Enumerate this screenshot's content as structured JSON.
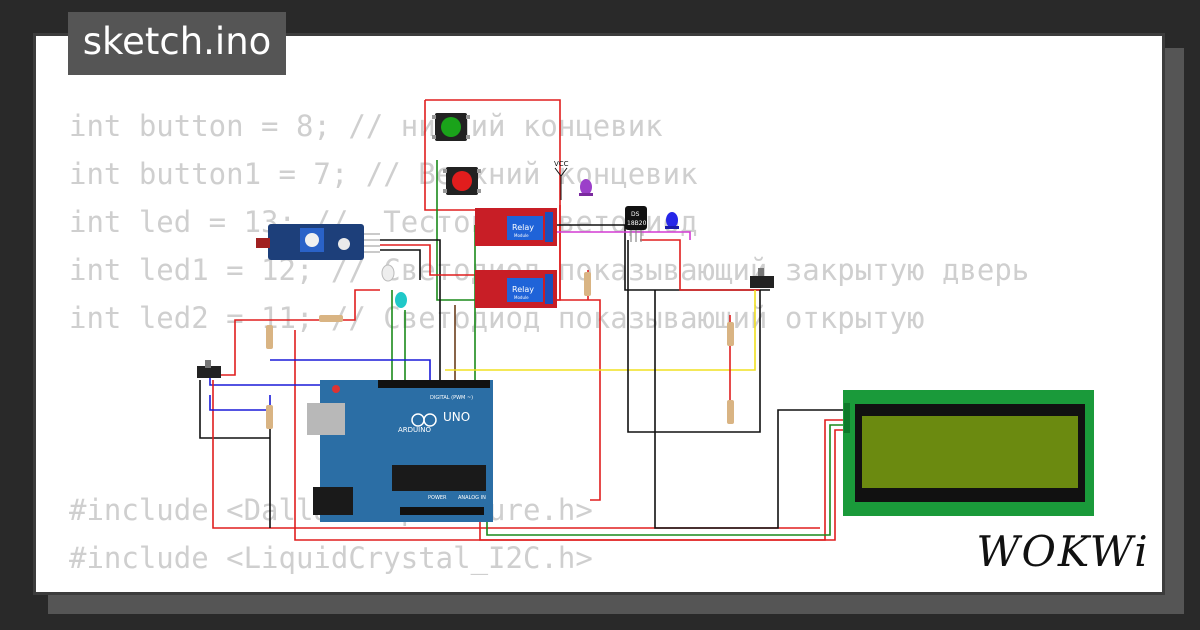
{
  "title": "sketch.ino",
  "logo": "WOKWi",
  "code_top": [
    "int button = 8; // нижний концевик",
    "int button1 = 7; // Верхний концевик",
    "int led = 13; //  Тестовый светодиод",
    "int led1 = 12; // Светодиод показывающий закрытую дверь",
    "int led2 = 11; // Светодиод показывающий открытую"
  ],
  "code_bottom": [
    "#include <DallasTemperature.h>",
    "#include <LiquidCrystal_I2C.h>"
  ],
  "components": {
    "relay_label": "Relay",
    "relay_sub": "Module",
    "arduino_brand": "ARDUINO",
    "arduino_model": "UNO",
    "arduino_digital": "DIGITAL (PWM ~)",
    "arduino_analog": "ANALOG IN",
    "arduino_power": "POWER",
    "sensor_label": "DS",
    "sensor_model": "18B20",
    "vcc_label": "VCC"
  },
  "colors": {
    "background": "#292929",
    "card": "#ffffff",
    "tab": "#555555",
    "code": "#cfcfcf",
    "board": "#2b6ea5",
    "relay": "#c81e26",
    "lcd_frame": "#1a9a3a",
    "lcd_screen": "#6b8a10"
  }
}
